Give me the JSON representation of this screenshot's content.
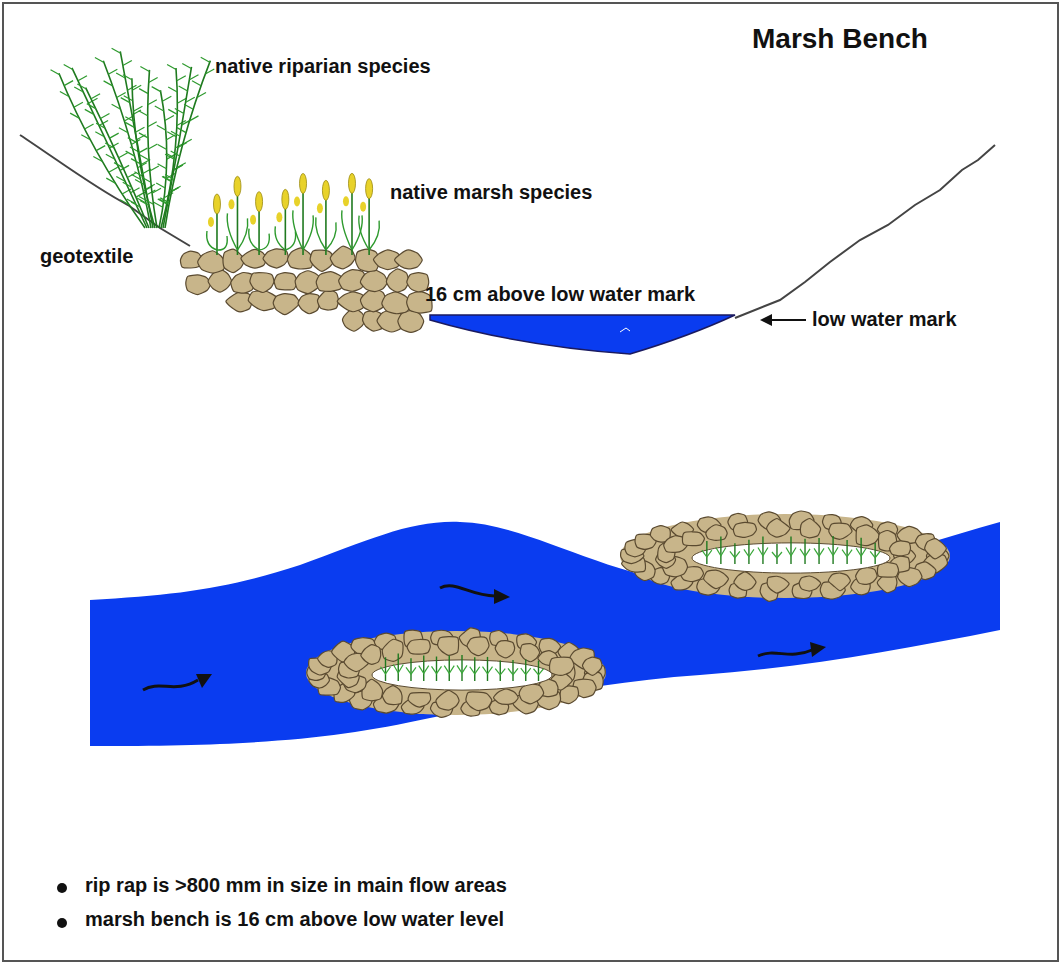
{
  "diagram": {
    "title": "Marsh Bench",
    "labels": [
      "native riparian species",
      "native marsh species",
      "geotextile",
      "16 cm above low water mark",
      "low water mark",
      "rip rap is >800 mm in size in main flow areas",
      "marsh bench is 16 cm above low water level"
    ]
  }
}
